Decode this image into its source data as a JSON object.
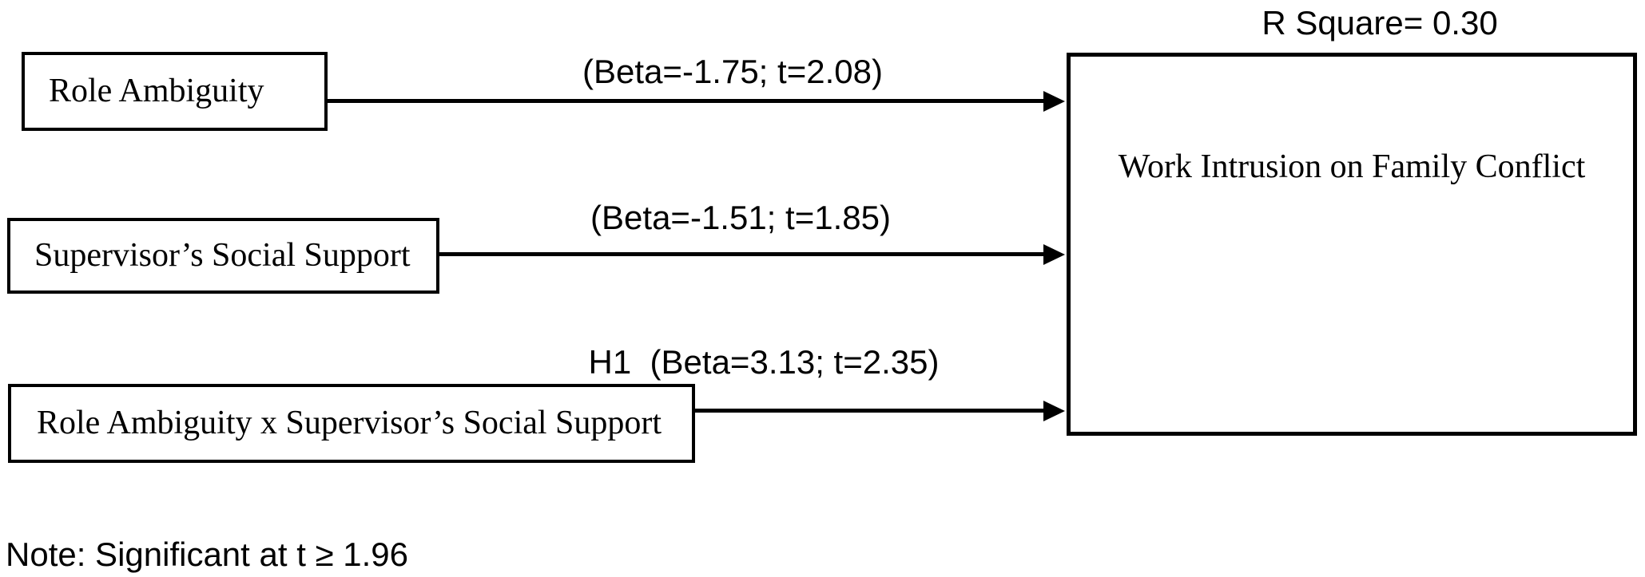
{
  "figure": {
    "r_square_label": "R Square= 0.30",
    "note": "Note: Significant at t ≥ 1.96",
    "nodes": {
      "role_ambiguity": {
        "label": "Role Ambiguity"
      },
      "supervisor_support": {
        "label": "Supervisor’s Social Support"
      },
      "interaction": {
        "label": "Role Ambiguity x Supervisor’s Social Support"
      },
      "outcome": {
        "label": "Work Intrusion on Family Conflict"
      }
    },
    "paths": [
      {
        "from": "role_ambiguity",
        "to": "outcome",
        "label": "(Beta=-1.75; t=2.08)"
      },
      {
        "from": "supervisor_support",
        "to": "outcome",
        "label": "(Beta=-1.51; t=1.85)"
      },
      {
        "from": "interaction",
        "to": "outcome",
        "label": "H1  (Beta=3.13; t=2.35)"
      }
    ],
    "colors": {
      "line": "#000000",
      "text": "#000000",
      "background": "#ffffff"
    }
  }
}
